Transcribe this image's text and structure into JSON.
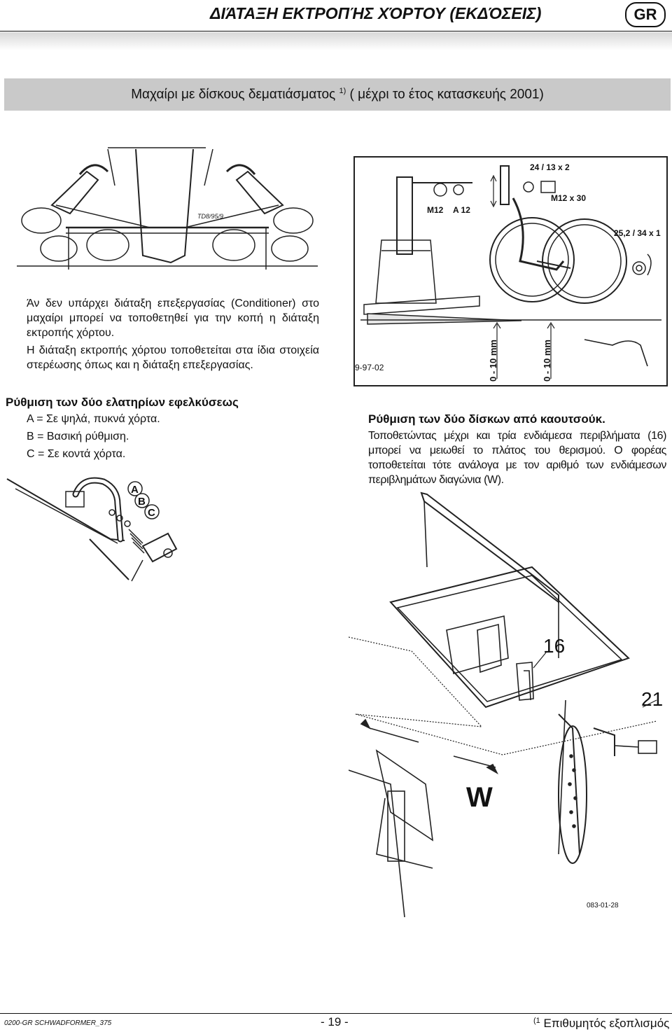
{
  "header": {
    "title": "ΔΙΆΤΑΞΗ ΕΚΤΡΟΠΉΣ ΧΌΡΤΟΥ (ΕΚΔΌΣΕΙΣ)",
    "lang_badge": "GR"
  },
  "banner": {
    "title_main": "Μαχαίρι με  δίσκους δεματιάσματος",
    "footnote_ref": "1)",
    "title_tail": "( μέχρι το έτος κατασκευής 2001)"
  },
  "figures": {
    "fig1_label": "TD8/95/9",
    "fig2_code": "9-97-02",
    "fig2_labels": {
      "washer1": "24 / 13 x 2",
      "nut": "M12",
      "washer2": "A 12",
      "bolt": "M12 x 30",
      "washer3": "25,2 / 34 x 1",
      "clearance1": "0 - 10 mm",
      "clearance2": "0 - 10 mm"
    },
    "fig3_labels": {
      "a": "A",
      "b": "B",
      "c": "C"
    },
    "fig4_labels": {
      "part16": "16",
      "part21": "21",
      "w": "W",
      "code": "083-01-28"
    }
  },
  "text": {
    "para1": "Άν δεν υπάρχει διάταξη επεξεργασίας (Conditioner) στο μαχαίρι μπορεί να τοποθετηθεί για την κοπή η διάταξη εκτροπής χόρτου.",
    "para2": "Η διάταξη εκτροπής χόρτου τοποθετείται στα ίδια στοιχεία στερέωσης όπως και η διάταξη επεξεργασίας.",
    "heading_springs": "Ρύθμιση των δύο ελατηρίων εφελκύσεως",
    "item_a": "A = Σε ψηλά, πυκνά χόρτα.",
    "item_b": "B = Βασική ρύθμιση.",
    "item_c": "C = Σε κοντά χόρτα.",
    "heading_discs": "Ρύθμιση των δύο δίσκων από καουτσούκ.",
    "para3": "Τοποθετώντας μέχρι και τρία ενδιάμεσα περιβλήματα (16) μπορεί να μειωθεί το πλάτος του θερισμού. Ο φορέας τοποθετείται τότε ανάλογα με τον αριθμό των ενδιάμεσων περιβλημάτων διαγώνια (W)."
  },
  "footer": {
    "doc_code": "0200-GR SCHWADFORMER_375",
    "page": "- 19 -",
    "note_ref": "(1",
    "note_text": "Επιθυμητός εξοπλισμός"
  }
}
